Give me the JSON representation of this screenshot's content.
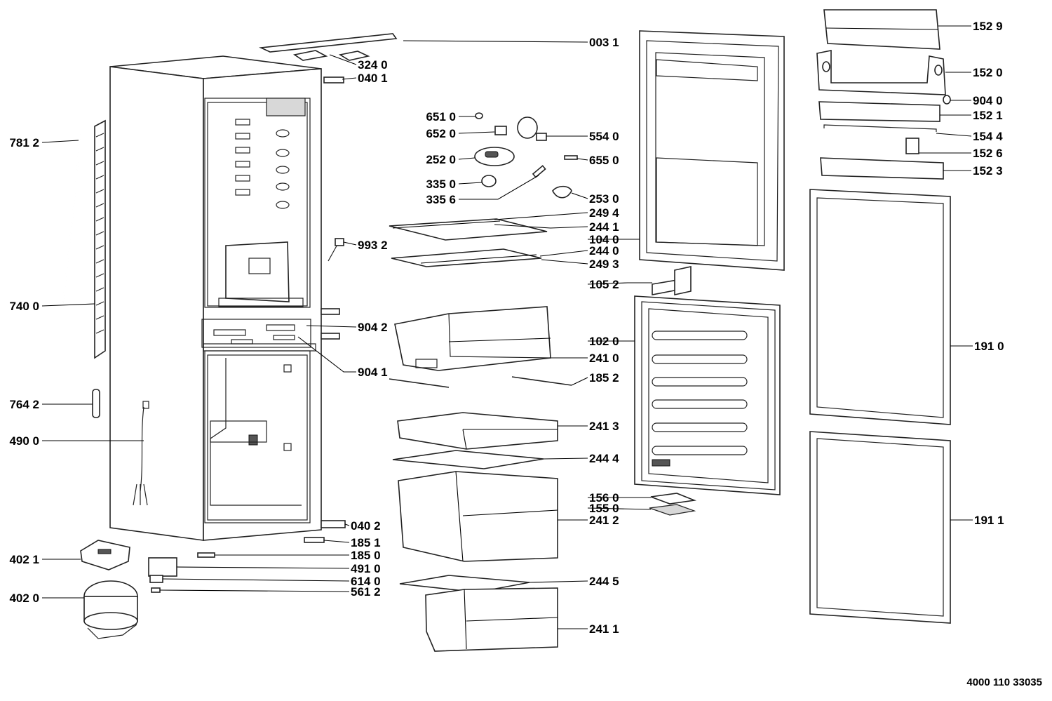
{
  "document_number": "4000 110 33035",
  "parts": [
    {
      "code": "003 1"
    },
    {
      "code": "324 0"
    },
    {
      "code": "040 1"
    },
    {
      "code": "781 2"
    },
    {
      "code": "740 0"
    },
    {
      "code": "764 2"
    },
    {
      "code": "490 0"
    },
    {
      "code": "402 1"
    },
    {
      "code": "402 0"
    },
    {
      "code": "651 0"
    },
    {
      "code": "652 0"
    },
    {
      "code": "554 0"
    },
    {
      "code": "252 0"
    },
    {
      "code": "655 0"
    },
    {
      "code": "335 0"
    },
    {
      "code": "335 6"
    },
    {
      "code": "253 0"
    },
    {
      "code": "249 4"
    },
    {
      "code": "244 1"
    },
    {
      "code": "993 2"
    },
    {
      "code": "104 0"
    },
    {
      "code": "244 0"
    },
    {
      "code": "249 3"
    },
    {
      "code": "105 2"
    },
    {
      "code": "904 2"
    },
    {
      "code": "102 0"
    },
    {
      "code": "241 0"
    },
    {
      "code": "904 1"
    },
    {
      "code": "185 2"
    },
    {
      "code": "241 3"
    },
    {
      "code": "244 4"
    },
    {
      "code": "156 0"
    },
    {
      "code": "155 0"
    },
    {
      "code": "241 2"
    },
    {
      "code": "040 2"
    },
    {
      "code": "185 1"
    },
    {
      "code": "185 0"
    },
    {
      "code": "491 0"
    },
    {
      "code": "614 0"
    },
    {
      "code": "561 2"
    },
    {
      "code": "244 5"
    },
    {
      "code": "241 1"
    },
    {
      "code": "152 9"
    },
    {
      "code": "152 0"
    },
    {
      "code": "904 0"
    },
    {
      "code": "152 1"
    },
    {
      "code": "154 4"
    },
    {
      "code": "152 6"
    },
    {
      "code": "152 3"
    },
    {
      "code": "191 0"
    },
    {
      "code": "191 1"
    }
  ]
}
